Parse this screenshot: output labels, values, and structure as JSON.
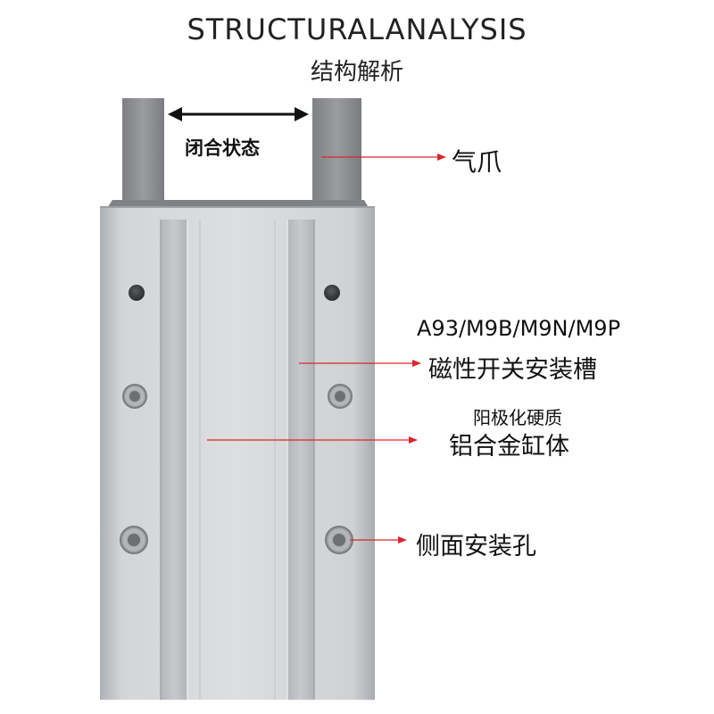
{
  "header": {
    "title_en": "STRUCTURALANALYSIS",
    "title_cn": "结构解析"
  },
  "labels": {
    "closed_state": "闭合状态",
    "jaw": "气爪",
    "switch_models": "A93/M9B/M9N/M9P",
    "switch_slot": "磁性开关安装槽",
    "anodized": "阳极化硬质",
    "cylinder_body": "铝合金缸体",
    "side_holes": "侧面安装孔"
  },
  "colors": {
    "leader_line": "#d9262a",
    "body": "#c9cccf",
    "jaw": "#8e9094",
    "hole": "#3a3b3d"
  }
}
